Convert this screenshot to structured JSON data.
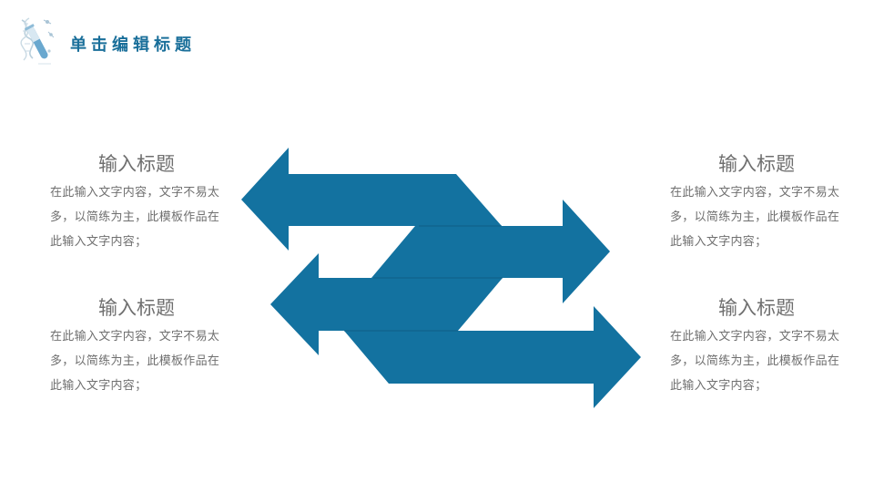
{
  "header": {
    "title": "单击编辑标题",
    "logo_icon": "dna-test-tube-icon"
  },
  "colors": {
    "accent": "#1372a0",
    "accent_seam": "#0f5f86",
    "title": "#1a6f9a",
    "text": "#6f6f6f",
    "background": "#ffffff"
  },
  "diagram": {
    "type": "interlocking-arrows",
    "arrows": [
      {
        "direction": "left",
        "label": "arrow-1"
      },
      {
        "direction": "right",
        "label": "arrow-2"
      },
      {
        "direction": "left",
        "label": "arrow-3"
      },
      {
        "direction": "right",
        "label": "arrow-4"
      }
    ]
  },
  "blocks": {
    "top_left": {
      "heading": "输入标题",
      "body": "在此输入文字内容，文字不易太多，以简练为主，此模板作品在此输入文字内容；"
    },
    "bottom_left": {
      "heading": "输入标题",
      "body": "在此输入文字内容，文字不易太多，以简练为主，此模板作品在此输入文字内容；"
    },
    "top_right": {
      "heading": "输入标题",
      "body": "在此输入文字内容，文字不易太多，以简练为主，此模板作品在此输入文字内容；"
    },
    "bottom_right": {
      "heading": "输入标题",
      "body": "在此输入文字内容，文字不易太多，以简练为主，此模板作品在此输入文字内容；"
    }
  }
}
